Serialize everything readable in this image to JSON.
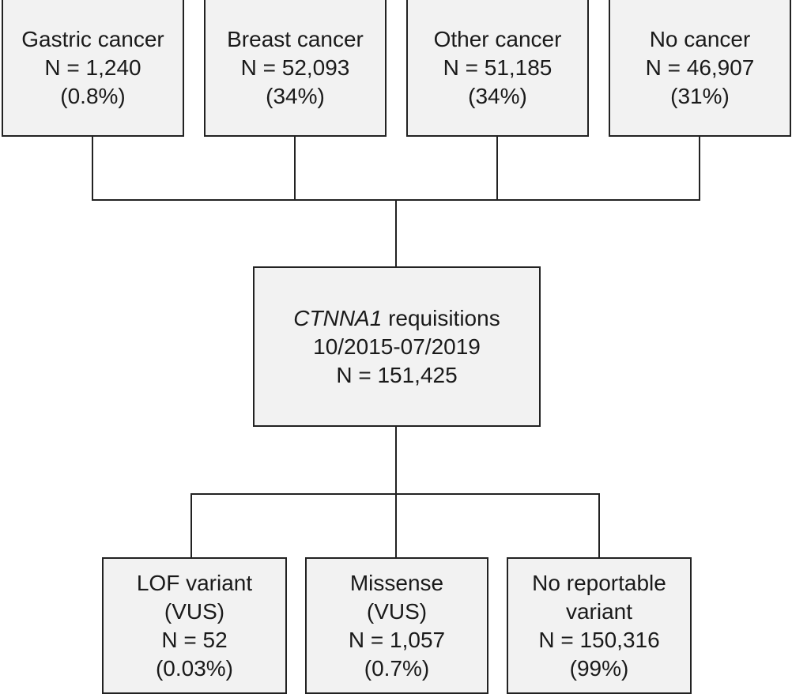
{
  "top_boxes": [
    {
      "label": "Gastric cancer",
      "n": "N = 1,240",
      "pct": "(0.8%)"
    },
    {
      "label": "Breast cancer",
      "n": "N = 52,093",
      "pct": "(34%)"
    },
    {
      "label": "Other cancer",
      "n": "N = 51,185",
      "pct": "(34%)"
    },
    {
      "label": "No cancer",
      "n": "N = 46,907",
      "pct": "(31%)"
    }
  ],
  "center_box": {
    "gene": "CTNNA1",
    "label_rest": " requisitions",
    "dates": "10/2015-07/2019",
    "n": "N = 151,425"
  },
  "bottom_boxes": [
    {
      "line1": "LOF variant",
      "line2": "(VUS)",
      "n": "N = 52",
      "pct": "(0.03%)"
    },
    {
      "line1": "Missense",
      "line2": "(VUS)",
      "n": "N = 1,057",
      "pct": "(0.7%)"
    },
    {
      "line1": "No reportable",
      "line2": "variant",
      "n": "N = 150,316",
      "pct": "(99%)"
    }
  ]
}
